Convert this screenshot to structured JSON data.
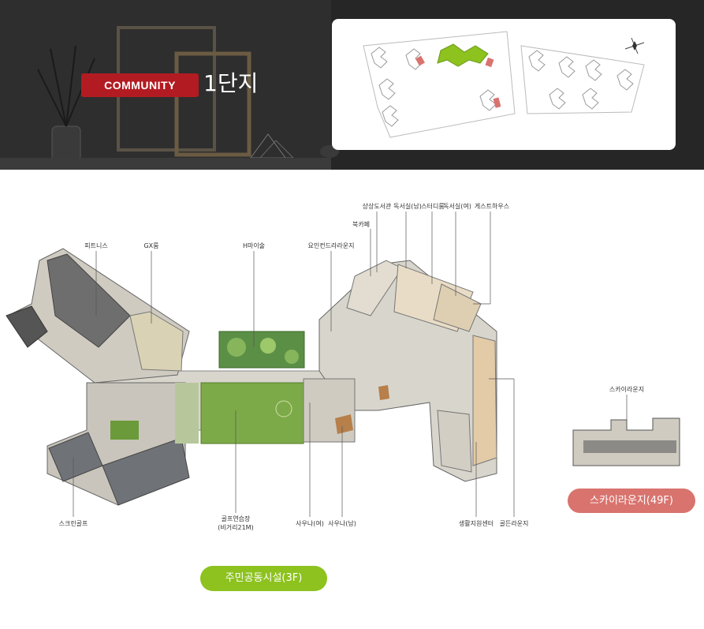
{
  "banner": {
    "badge_label": "COMMUNITY",
    "title": "1단지"
  },
  "site_map": {
    "compass": "compass-icon"
  },
  "floor_3f": {
    "labels": {
      "fitness": "피트니스",
      "gx": "GX룸",
      "hmasul": "H마이술",
      "premium_lounge": "요인컨드라라운지",
      "bookcafe": "북카페",
      "library": "상상도서관",
      "reading_m": "독서실(남)",
      "study": "스터디룸",
      "reading_f": "독서실(여)",
      "guesthouse": "게스트하우스",
      "screen_golf": "스크린골프",
      "golf_range": "골프연습장",
      "golf_range_sub": "(비거리21M)",
      "sauna_f": "사우나(여)",
      "sauna_m": "사우나(남)",
      "support_center": "생활지원센터",
      "golden_lounge": "골든라운지"
    },
    "caption": "주민공동시설(3F)"
  },
  "floor_49f": {
    "label": "스카이라운지",
    "caption": "스카이라운지(49F)"
  },
  "colors": {
    "badge_red": "#b31b22",
    "green_pill": "#8dc21f",
    "pink_pill": "#d9736e",
    "garden_green": "#6a9a3a"
  }
}
